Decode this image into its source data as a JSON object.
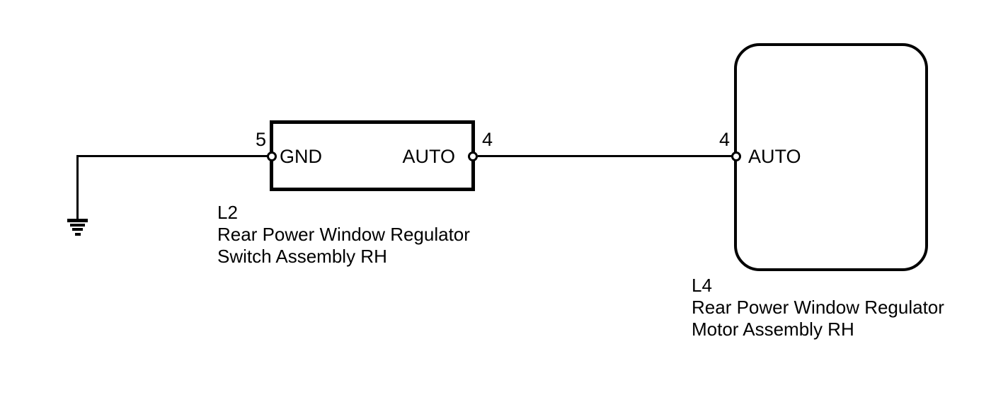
{
  "colors": {
    "background": "#ffffff",
    "line": "#000000",
    "pin_fill": "#ffffff",
    "text": "#000000"
  },
  "icons": {
    "ground": "earth-ground-icon"
  },
  "components": {
    "switch": {
      "id": "L2",
      "name_line1": "Rear Power Window Regulator",
      "name_line2": "Switch Assembly RH",
      "pins": {
        "gnd": {
          "number": "5",
          "label": "GND"
        },
        "auto": {
          "number": "4",
          "label": "AUTO"
        }
      }
    },
    "motor": {
      "id": "L4",
      "name_line1": "Rear Power Window Regulator",
      "name_line2": "Motor Assembly RH",
      "pins": {
        "auto": {
          "number": "4",
          "label": "AUTO"
        }
      }
    }
  }
}
